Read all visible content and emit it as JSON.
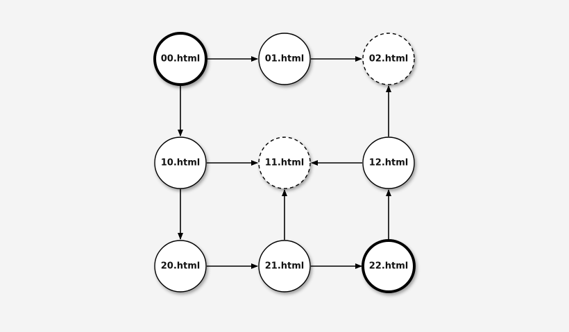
{
  "diagram": {
    "nodes": [
      {
        "id": "00",
        "label": "00.html",
        "style": "bold"
      },
      {
        "id": "01",
        "label": "01.html",
        "style": "normal"
      },
      {
        "id": "02",
        "label": "02.html",
        "style": "dashed"
      },
      {
        "id": "10",
        "label": "10.html",
        "style": "normal"
      },
      {
        "id": "11",
        "label": "11.html",
        "style": "dashed"
      },
      {
        "id": "12",
        "label": "12.html",
        "style": "normal"
      },
      {
        "id": "20",
        "label": "20.html",
        "style": "normal"
      },
      {
        "id": "21",
        "label": "21.html",
        "style": "normal"
      },
      {
        "id": "22",
        "label": "22.html",
        "style": "bold"
      }
    ],
    "edges": [
      {
        "from": "00",
        "to": "01"
      },
      {
        "from": "01",
        "to": "02"
      },
      {
        "from": "00",
        "to": "10"
      },
      {
        "from": "10",
        "to": "11"
      },
      {
        "from": "12",
        "to": "11"
      },
      {
        "from": "12",
        "to": "02"
      },
      {
        "from": "10",
        "to": "20"
      },
      {
        "from": "20",
        "to": "21"
      },
      {
        "from": "21",
        "to": "22"
      },
      {
        "from": "21",
        "to": "11"
      },
      {
        "from": "22",
        "to": "12"
      }
    ],
    "colors": {
      "background": "#f4f4f4",
      "node_fill": "#ffffff",
      "stroke": "#000000",
      "label": "#111111"
    }
  }
}
